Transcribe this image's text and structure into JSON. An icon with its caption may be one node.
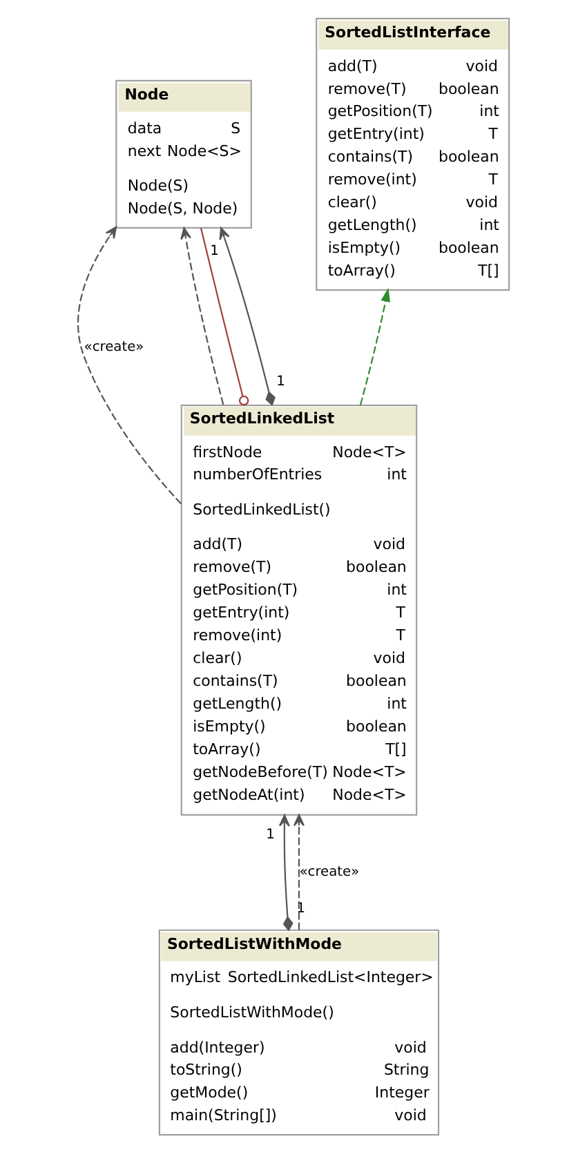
{
  "diagram": {
    "nodes": [
      {
        "text": [
          "SortedListInterface",
          "add(T)",
          "void",
          "remove(T)",
          "boolean",
          "getPosition(T)",
          "int",
          "getEntry(int)",
          "T",
          "contains(T)",
          "boolean",
          "remove(int)",
          "T",
          "clear()",
          "void",
          "getLength()",
          "int",
          "isEmpty()",
          "boolean",
          "toArray()",
          "T[]"
        ]
      },
      {
        "text": [
          "Node",
          "data",
          "S",
          "next",
          "Node<S>",
          "Node(S)",
          "Node(S, Node)"
        ]
      },
      {
        "text": [
          "SortedLinkedList",
          "firstNode",
          "Node<T>",
          "numberOfEntries",
          "int",
          "SortedLinkedList()",
          "add(T)",
          "void",
          "remove(T)",
          "boolean",
          "getPosition(T)",
          "int",
          "getEntry(int)",
          "T",
          "remove(int)",
          "T",
          "clear()",
          "void",
          "contains(T)",
          "boolean",
          "getLength()",
          "int",
          "isEmpty()",
          "boolean",
          "toArray()",
          "T[]",
          "getNodeBefore(T)",
          "Node<T>",
          "getNodeAt(int)",
          "Node<T>"
        ]
      },
      {
        "text": [
          "SortedListWithMode",
          "myList",
          "SortedLinkedList<Integer>",
          "SortedListWithMode()",
          "add(Integer)",
          "void",
          "toString()",
          "String",
          "getMode()",
          "Integer",
          "main(String[])",
          "void"
        ]
      }
    ],
    "edges": [
      {
        "from": 2,
        "to": 0,
        "arrow": "to",
        "style": "dashed",
        "color": "#2e8b2e"
      },
      {
        "from": 2,
        "to": 1,
        "arrow": "to",
        "style": "dashed"
      },
      {
        "from": 2,
        "to": 1,
        "arrow": "to"
      },
      {
        "from": 2,
        "to": 1,
        "arrow": "to",
        "style": "dashed",
        "label": "«create»"
      },
      {
        "from": 1,
        "to": 2,
        "arrow": "other",
        "color": "#a0403a"
      },
      {
        "from": 3,
        "to": 2,
        "arrow": "to"
      },
      {
        "from": 3,
        "to": 2,
        "arrow": "to",
        "style": "dashed",
        "label": "«create»"
      }
    ],
    "labels": [
      "1",
      "1",
      "1",
      "1"
    ]
  }
}
